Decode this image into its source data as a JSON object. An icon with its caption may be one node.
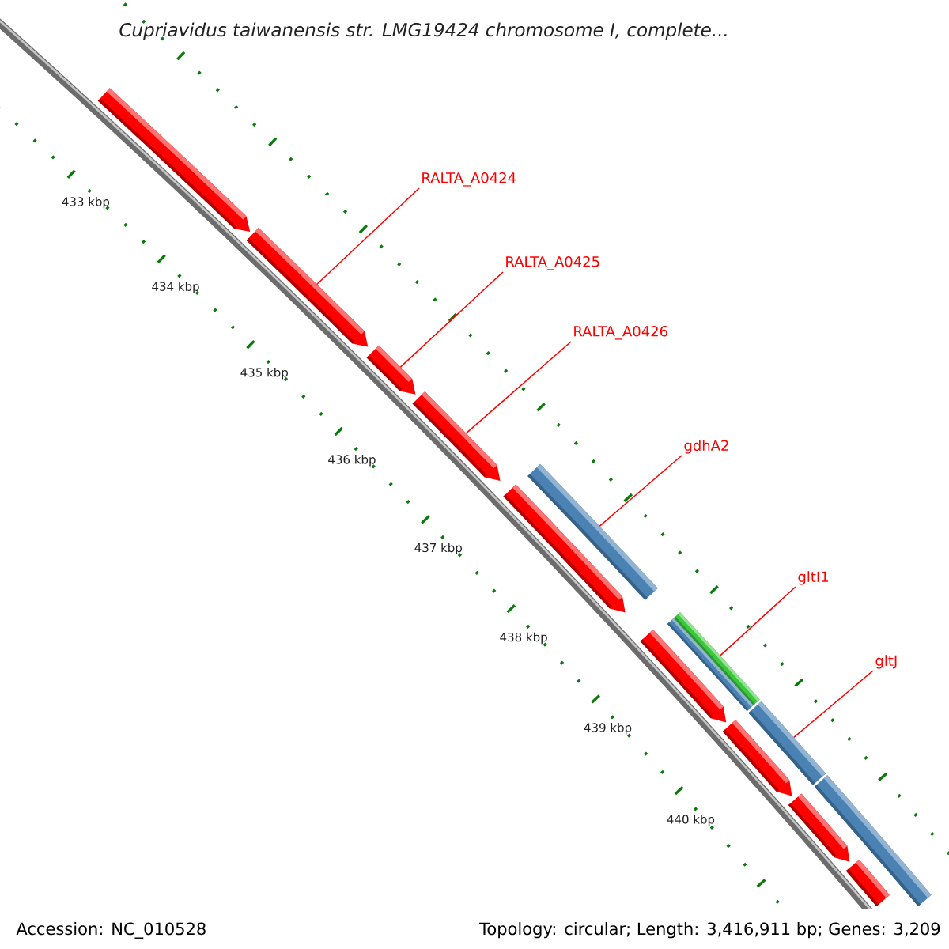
{
  "diagram": {
    "title": "Cupriavidus taiwanensis str. LMG19424 chromosome I, complete...",
    "nodes": [
      {
        "text": [
          "RALTA_A0424"
        ]
      },
      {
        "text": [
          "RALTA_A0425"
        ]
      },
      {
        "text": [
          "RALTA_A0426"
        ]
      },
      {
        "text": [
          "gdhA2"
        ]
      },
      {
        "text": [
          "gltI1"
        ]
      },
      {
        "text": [
          "gltJ"
        ]
      },
      {
        "text": [],
        "shape": "pentagon"
      },
      {
        "text": [],
        "shape": "pentagon"
      },
      {
        "text": [],
        "shape": "pentagon"
      },
      {
        "text": [],
        "shape": "pentagon"
      },
      {
        "text": [],
        "shape": "pentagon"
      },
      {
        "text": [],
        "shape": "pentagon"
      },
      {
        "text": [],
        "shape": "pentagon"
      },
      {
        "text": [],
        "shape": "pentagon"
      },
      {
        "text": [],
        "shape": "pentagon"
      },
      {
        "text": [],
        "shape": "bar"
      },
      {
        "text": [],
        "shape": "bar"
      },
      {
        "text": [],
        "shape": "bar"
      },
      {
        "text": [],
        "shape": "bar"
      },
      {
        "text": [],
        "shape": "bar"
      }
    ],
    "edges": [
      {
        "from": 0,
        "to": 7,
        "arrow": "none"
      },
      {
        "from": 1,
        "to": 8,
        "arrow": "none"
      },
      {
        "from": 2,
        "to": 9,
        "arrow": "none"
      },
      {
        "from": 3,
        "to": 15,
        "arrow": "none"
      },
      {
        "from": 4,
        "to": 19,
        "arrow": "none"
      },
      {
        "from": 5,
        "to": 17,
        "arrow": "none"
      }
    ],
    "labels": [
      "433 kbp",
      "434 kbp",
      "435 kbp",
      "436 kbp",
      "437 kbp",
      "438 kbp",
      "439 kbp",
      "440 kbp",
      "Accession: NC_010528",
      "Topology: circular; Length: 3,416,911 bp; Genes: 3,209"
    ]
  }
}
